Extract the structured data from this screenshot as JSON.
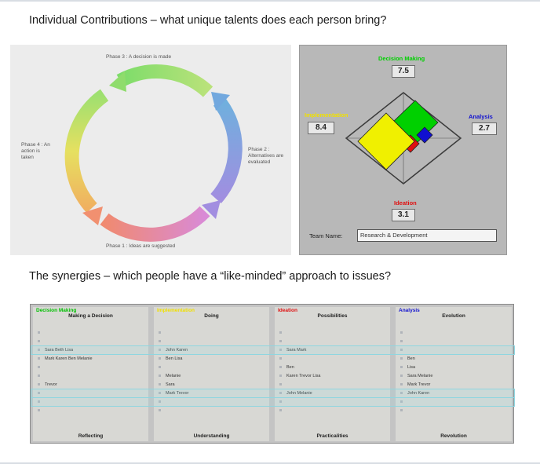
{
  "headings": {
    "contributions": "Individual Contributions – what unique talents does each person bring?",
    "synergies": "The synergies – which people have a “like-minded” approach to issues?"
  },
  "cycle": {
    "phase1": "Phase 1 : Ideas are suggested",
    "phase2": "Phase 2 : Alternatives are evaluated",
    "phase3": "Phase 3 : A decision is made",
    "phase4": "Phase 4 : An action is taken"
  },
  "style_panel": {
    "axes": {
      "top": {
        "label": "Decision Making",
        "score": "7.5",
        "color": "#00d000"
      },
      "right": {
        "label": "Analysis",
        "score": "2.7",
        "color": "#1010d0"
      },
      "bottom": {
        "label": "Ideation",
        "score": "3.1",
        "color": "#e01010"
      },
      "left": {
        "label": "Implementation",
        "score": "8.4",
        "color": "#f0e000"
      }
    },
    "team_name_label": "Team Name:",
    "team_name_value": "Research & Development"
  },
  "synergy_columns": [
    {
      "category": "Decision Making",
      "category_color": "#00c000",
      "title": "Making a Decision",
      "footer": "Reflecting",
      "entries": [
        "",
        "",
        "Sara Beth Lisa",
        "Mark Karen Ben Melanie",
        "",
        "",
        "Trevor",
        "",
        "",
        ""
      ]
    },
    {
      "category": "Implementation",
      "category_color": "#f0e000",
      "title": "Doing",
      "footer": "Understanding",
      "entries": [
        "",
        "",
        "John Karen",
        "Ben Lisa",
        "",
        "Melanie",
        "Sara",
        "Mark Trevor",
        "",
        ""
      ]
    },
    {
      "category": "Ideation",
      "category_color": "#e01010",
      "title": "Possibilities",
      "footer": "Practicalities",
      "entries": [
        "",
        "",
        "Sara Mark",
        "",
        "Ben",
        "Karen Trevor Lisa",
        "",
        "John Melanie",
        "",
        ""
      ]
    },
    {
      "category": "Analysis",
      "category_color": "#1010d0",
      "title": "Evolution",
      "footer": "Revolution",
      "entries": [
        "",
        "",
        "",
        "Ben",
        "Lisa",
        "Sara Melanie",
        "Mark Trevor",
        "John Karen",
        "",
        ""
      ]
    }
  ]
}
